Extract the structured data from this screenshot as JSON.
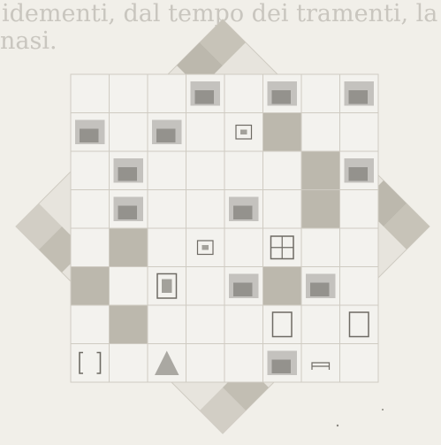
{
  "page": {
    "bleed_text_line1": "idementi, dal tempo dei tramenti, la",
    "bleed_text_line2": "nasi."
  },
  "board": {
    "grid_rows": 8,
    "grid_cols": 8,
    "colors": {
      "background": "#f1efe9",
      "light_square": "#f3f2ee",
      "dark_square": "#bcb8ad",
      "grid_line": "#cfcbc2",
      "photo_tone": "#6e6b64"
    },
    "dark_squares": [
      [
        1,
        5
      ],
      [
        2,
        6
      ],
      [
        3,
        6
      ],
      [
        4,
        1
      ],
      [
        5,
        0
      ],
      [
        5,
        5
      ],
      [
        6,
        1
      ]
    ],
    "tile_icons": [
      {
        "row": 0,
        "col": 3,
        "name": "tile-photo-landscape-icon"
      },
      {
        "row": 0,
        "col": 5,
        "name": "tile-photo-table-icon"
      },
      {
        "row": 0,
        "col": 7,
        "name": "tile-photo-group-icon"
      },
      {
        "row": 1,
        "col": 0,
        "name": "tile-photo-figure-icon"
      },
      {
        "row": 1,
        "col": 2,
        "name": "tile-photo-still-life-icon"
      },
      {
        "row": 1,
        "col": 4,
        "name": "tile-small-frame-icon"
      },
      {
        "row": 2,
        "col": 1,
        "name": "tile-photo-statue-icon"
      },
      {
        "row": 2,
        "col": 7,
        "name": "tile-photo-room-icon"
      },
      {
        "row": 3,
        "col": 1,
        "name": "tile-photo-interior-icon"
      },
      {
        "row": 3,
        "col": 4,
        "name": "tile-photo-document-icon"
      },
      {
        "row": 4,
        "col": 3,
        "name": "tile-small-card-icon"
      },
      {
        "row": 4,
        "col": 5,
        "name": "tile-four-square-icon"
      },
      {
        "row": 5,
        "col": 2,
        "name": "tile-framed-picture-icon"
      },
      {
        "row": 5,
        "col": 4,
        "name": "tile-photo-hills-icon"
      },
      {
        "row": 5,
        "col": 6,
        "name": "tile-photo-person-icon"
      },
      {
        "row": 6,
        "col": 5,
        "name": "tile-empty-frame-icon"
      },
      {
        "row": 6,
        "col": 7,
        "name": "tile-empty-frame-small-icon"
      },
      {
        "row": 7,
        "col": 0,
        "name": "tile-bracket-frame-icon"
      },
      {
        "row": 7,
        "col": 2,
        "name": "tile-pyramid-icon"
      },
      {
        "row": 7,
        "col": 5,
        "name": "tile-photo-dark-icon"
      },
      {
        "row": 7,
        "col": 6,
        "name": "tile-bed-icon"
      }
    ]
  }
}
